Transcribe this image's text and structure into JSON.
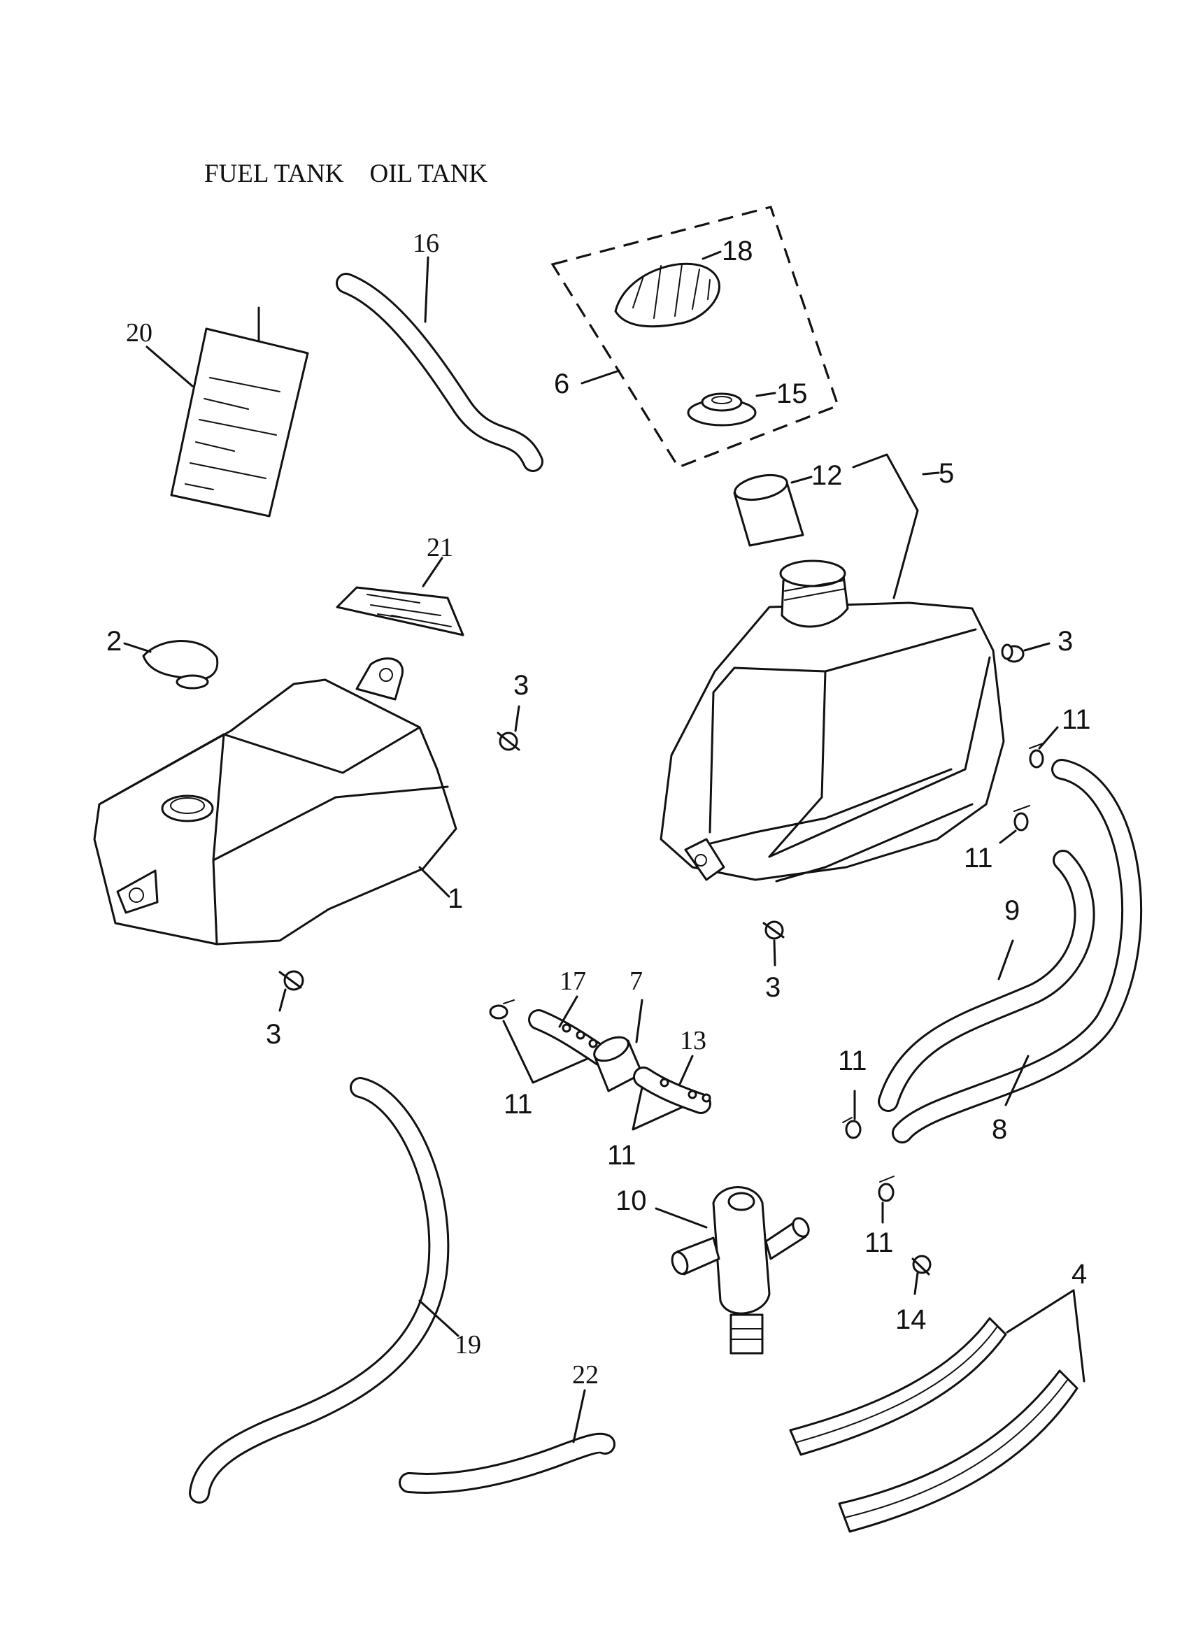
{
  "title": "FUEL TANK    OIL TANK",
  "labels": {
    "p1": "1",
    "p2": "2",
    "p3a": "3",
    "p3b": "3",
    "p3c": "3",
    "p3d": "3",
    "p4": "4",
    "p5": "5",
    "p6": "6",
    "p7": "7",
    "p8": "8",
    "p9": "9",
    "p10": "10",
    "p11a": "11",
    "p11b": "11",
    "p11c": "11",
    "p11d": "11",
    "p11e": "11",
    "p11f": "11",
    "p12": "12",
    "p13": "13",
    "p14": "14",
    "p15": "15",
    "p16": "16",
    "p17": "17",
    "p18": "18",
    "p19": "19",
    "p20": "20",
    "p21": "21",
    "p22": "22"
  }
}
